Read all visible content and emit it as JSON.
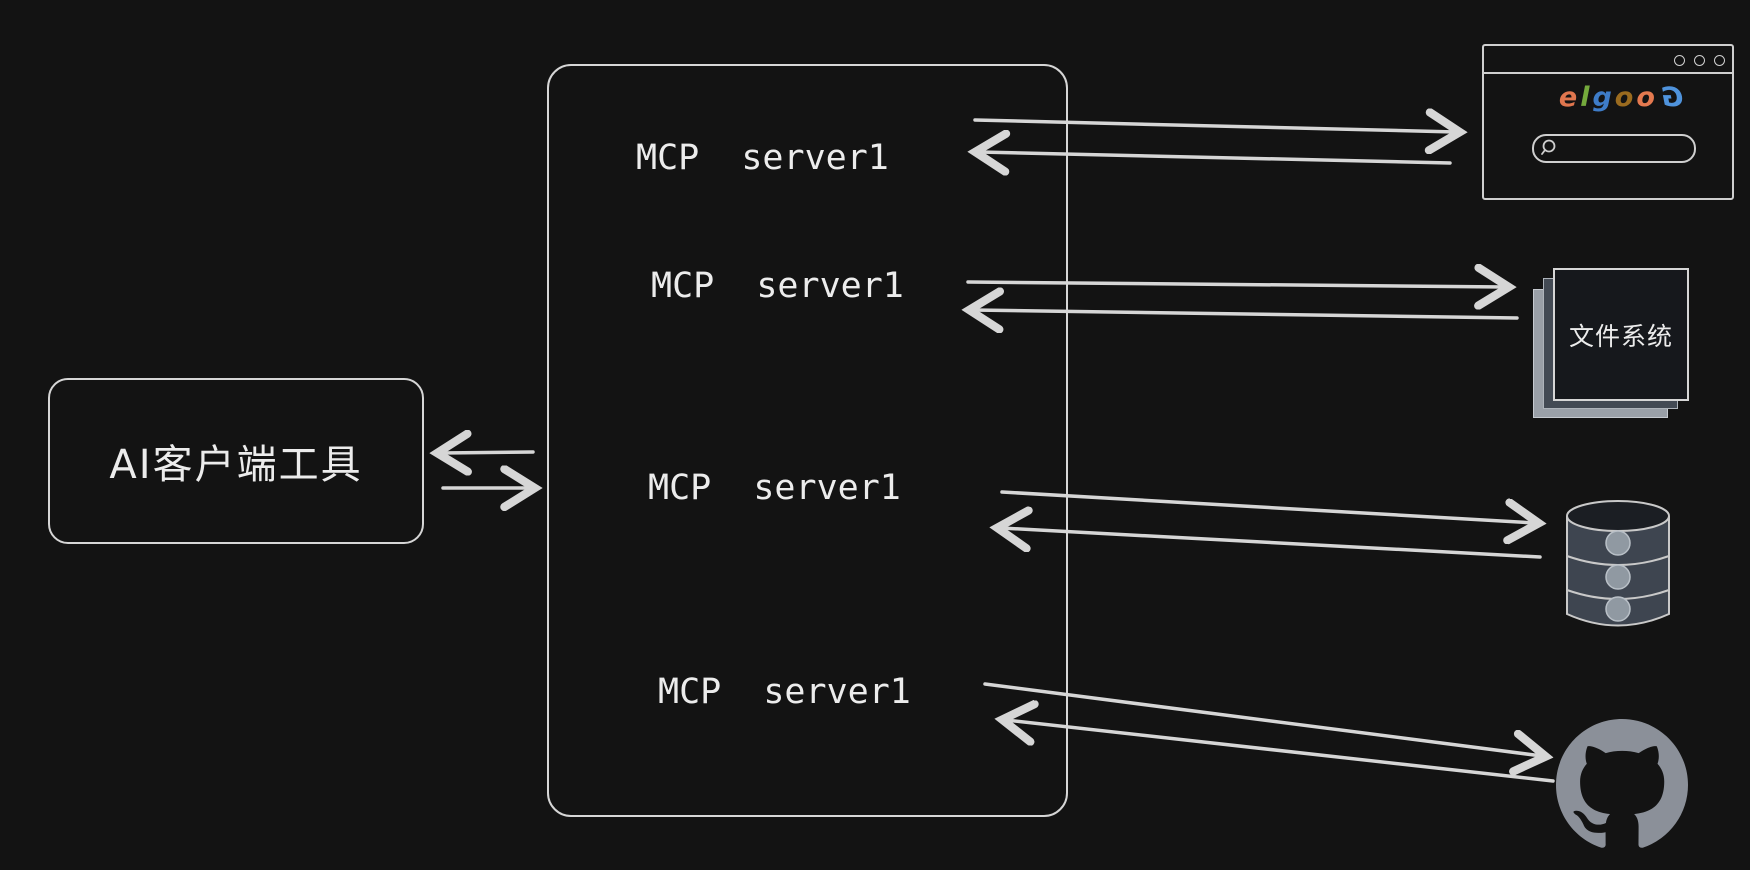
{
  "canvas": {
    "background": "#131313",
    "ink": "#d6d6d6",
    "text_color": "#ececec"
  },
  "client_box": {
    "label": "AI客户端工具"
  },
  "server_box": {
    "rows": [
      {
        "label": "MCP  server1"
      },
      {
        "label": "MCP  server1"
      },
      {
        "label": "MCP  server1"
      },
      {
        "label": "MCP  server1"
      }
    ]
  },
  "browser_window": {
    "logo_name": "elgoog",
    "logo_letters": [
      {
        "ch": "e",
        "color": "#e0764e"
      },
      {
        "ch": "l",
        "color": "#74a93c"
      },
      {
        "ch": "g",
        "color": "#3e7cc8"
      },
      {
        "ch": "o",
        "color": "#9a6b1f"
      },
      {
        "ch": "o",
        "color": "#e4794f"
      },
      {
        "ch": "G",
        "color": "#4f93dc"
      }
    ]
  },
  "file_stack": {
    "label": "文件系统"
  },
  "icons": {
    "window_controls": "three-circles",
    "search": "magnifier",
    "database": "cylinder-with-dots",
    "github": "octocat-mark"
  }
}
